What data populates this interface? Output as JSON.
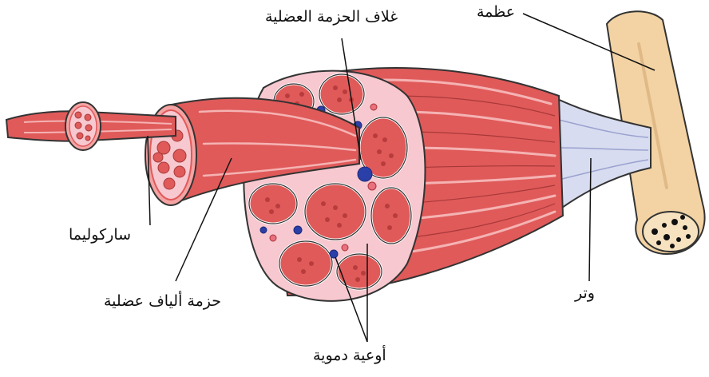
{
  "labels": {
    "bone": "عظمة",
    "perimysium": "غلاف الحزمة العضلية",
    "sarcolemma": "ساركوليما",
    "fascicle": "حزمة ألياف عضلية",
    "blood_vessels": "أوعية دموية",
    "tendon": "وتر"
  },
  "colors": {
    "muscle": "#e05a5a",
    "muscle_light": "#f08a8a",
    "fiber_cut": "#f4a3a3",
    "perimysium_fill": "#f7c8cf",
    "vessel_blue": "#2b3fa8",
    "tendon": "#d8dcf0",
    "bone": "#f3d3a3",
    "outline": "#333333"
  }
}
